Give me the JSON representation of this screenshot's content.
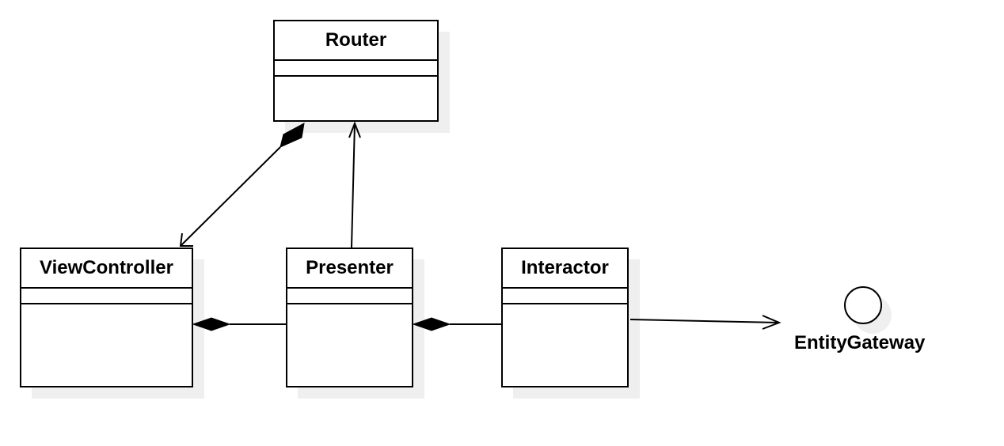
{
  "diagram": {
    "classes": {
      "router": {
        "name": "Router"
      },
      "view_controller": {
        "name": "ViewController"
      },
      "presenter": {
        "name": "Presenter"
      },
      "interactor": {
        "name": "Interactor"
      }
    },
    "interface": {
      "name": "EntityGateway"
    },
    "relations": [
      {
        "from": "Router",
        "to": "ViewController",
        "kind": "composition-navigable"
      },
      {
        "from": "Presenter",
        "to": "Router",
        "kind": "navigable-association"
      },
      {
        "from": "ViewController",
        "to": "Presenter",
        "kind": "composition"
      },
      {
        "from": "Presenter",
        "to": "Interactor",
        "kind": "composition"
      },
      {
        "from": "Interactor",
        "to": "EntityGateway",
        "kind": "navigable-association"
      }
    ]
  },
  "colors": {
    "line": "#000000",
    "shadow": "#efefef",
    "background": "#ffffff"
  }
}
